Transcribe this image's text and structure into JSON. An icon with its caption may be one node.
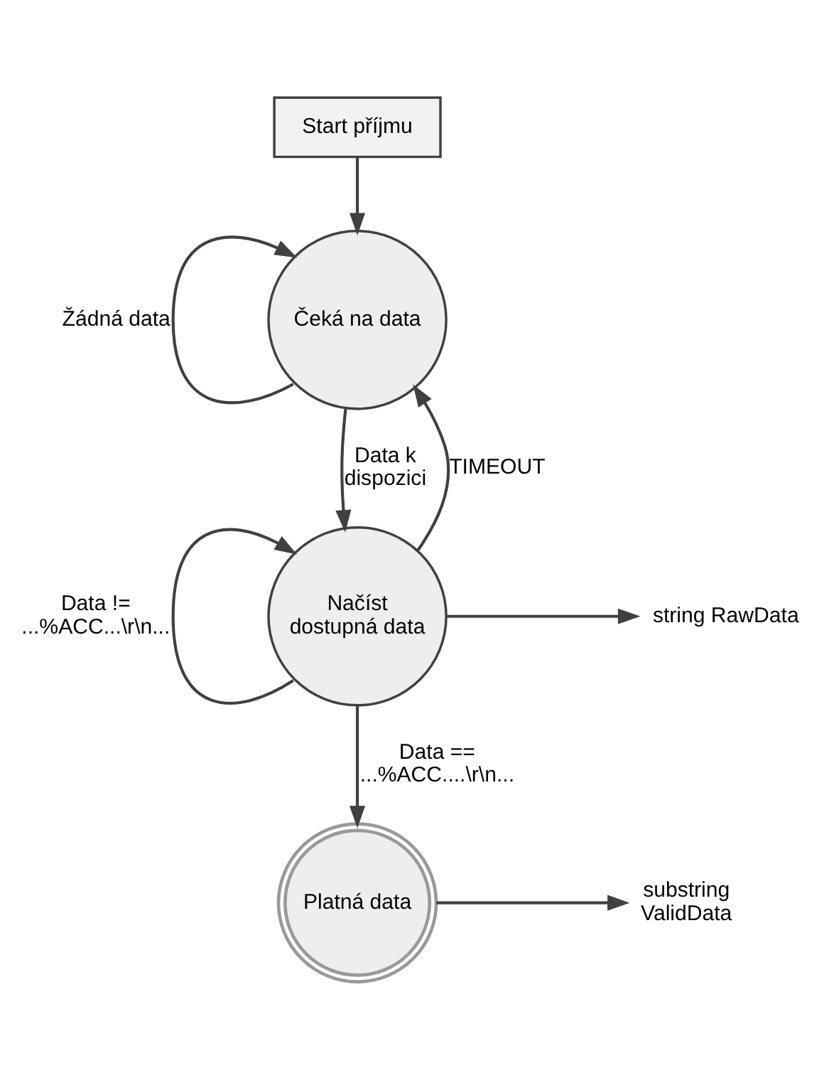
{
  "diagram": {
    "nodes": [
      {
        "text": [
          "Start příjmu"
        ]
      },
      {
        "text": [
          "Čeká na data"
        ]
      },
      {
        "text": [
          "Načíst dostupná data"
        ]
      },
      {
        "text": [
          "Platná data"
        ]
      },
      {
        "text": [
          "string RawData"
        ]
      },
      {
        "text": [
          "substring ValidData"
        ]
      }
    ],
    "edges": [
      {
        "from": 0,
        "to": 1,
        "arrow": "to"
      },
      {
        "from": 1,
        "to": 1,
        "arrow": "to",
        "label": "Žádná data"
      },
      {
        "from": 1,
        "to": 2,
        "arrow": "to",
        "label": "Data k dispozici"
      },
      {
        "from": 2,
        "to": 2,
        "arrow": "to",
        "label": "Data != ...%ACC...\\r\\n..."
      },
      {
        "from": 2,
        "to": 1,
        "arrow": "to",
        "label": "TIMEOUT"
      },
      {
        "from": 2,
        "to": 4,
        "arrow": "to"
      },
      {
        "from": 2,
        "to": 3,
        "arrow": "to",
        "label": "Data == ...%ACC....\\r\\n..."
      },
      {
        "from": 3,
        "to": 5,
        "arrow": "to"
      }
    ]
  }
}
